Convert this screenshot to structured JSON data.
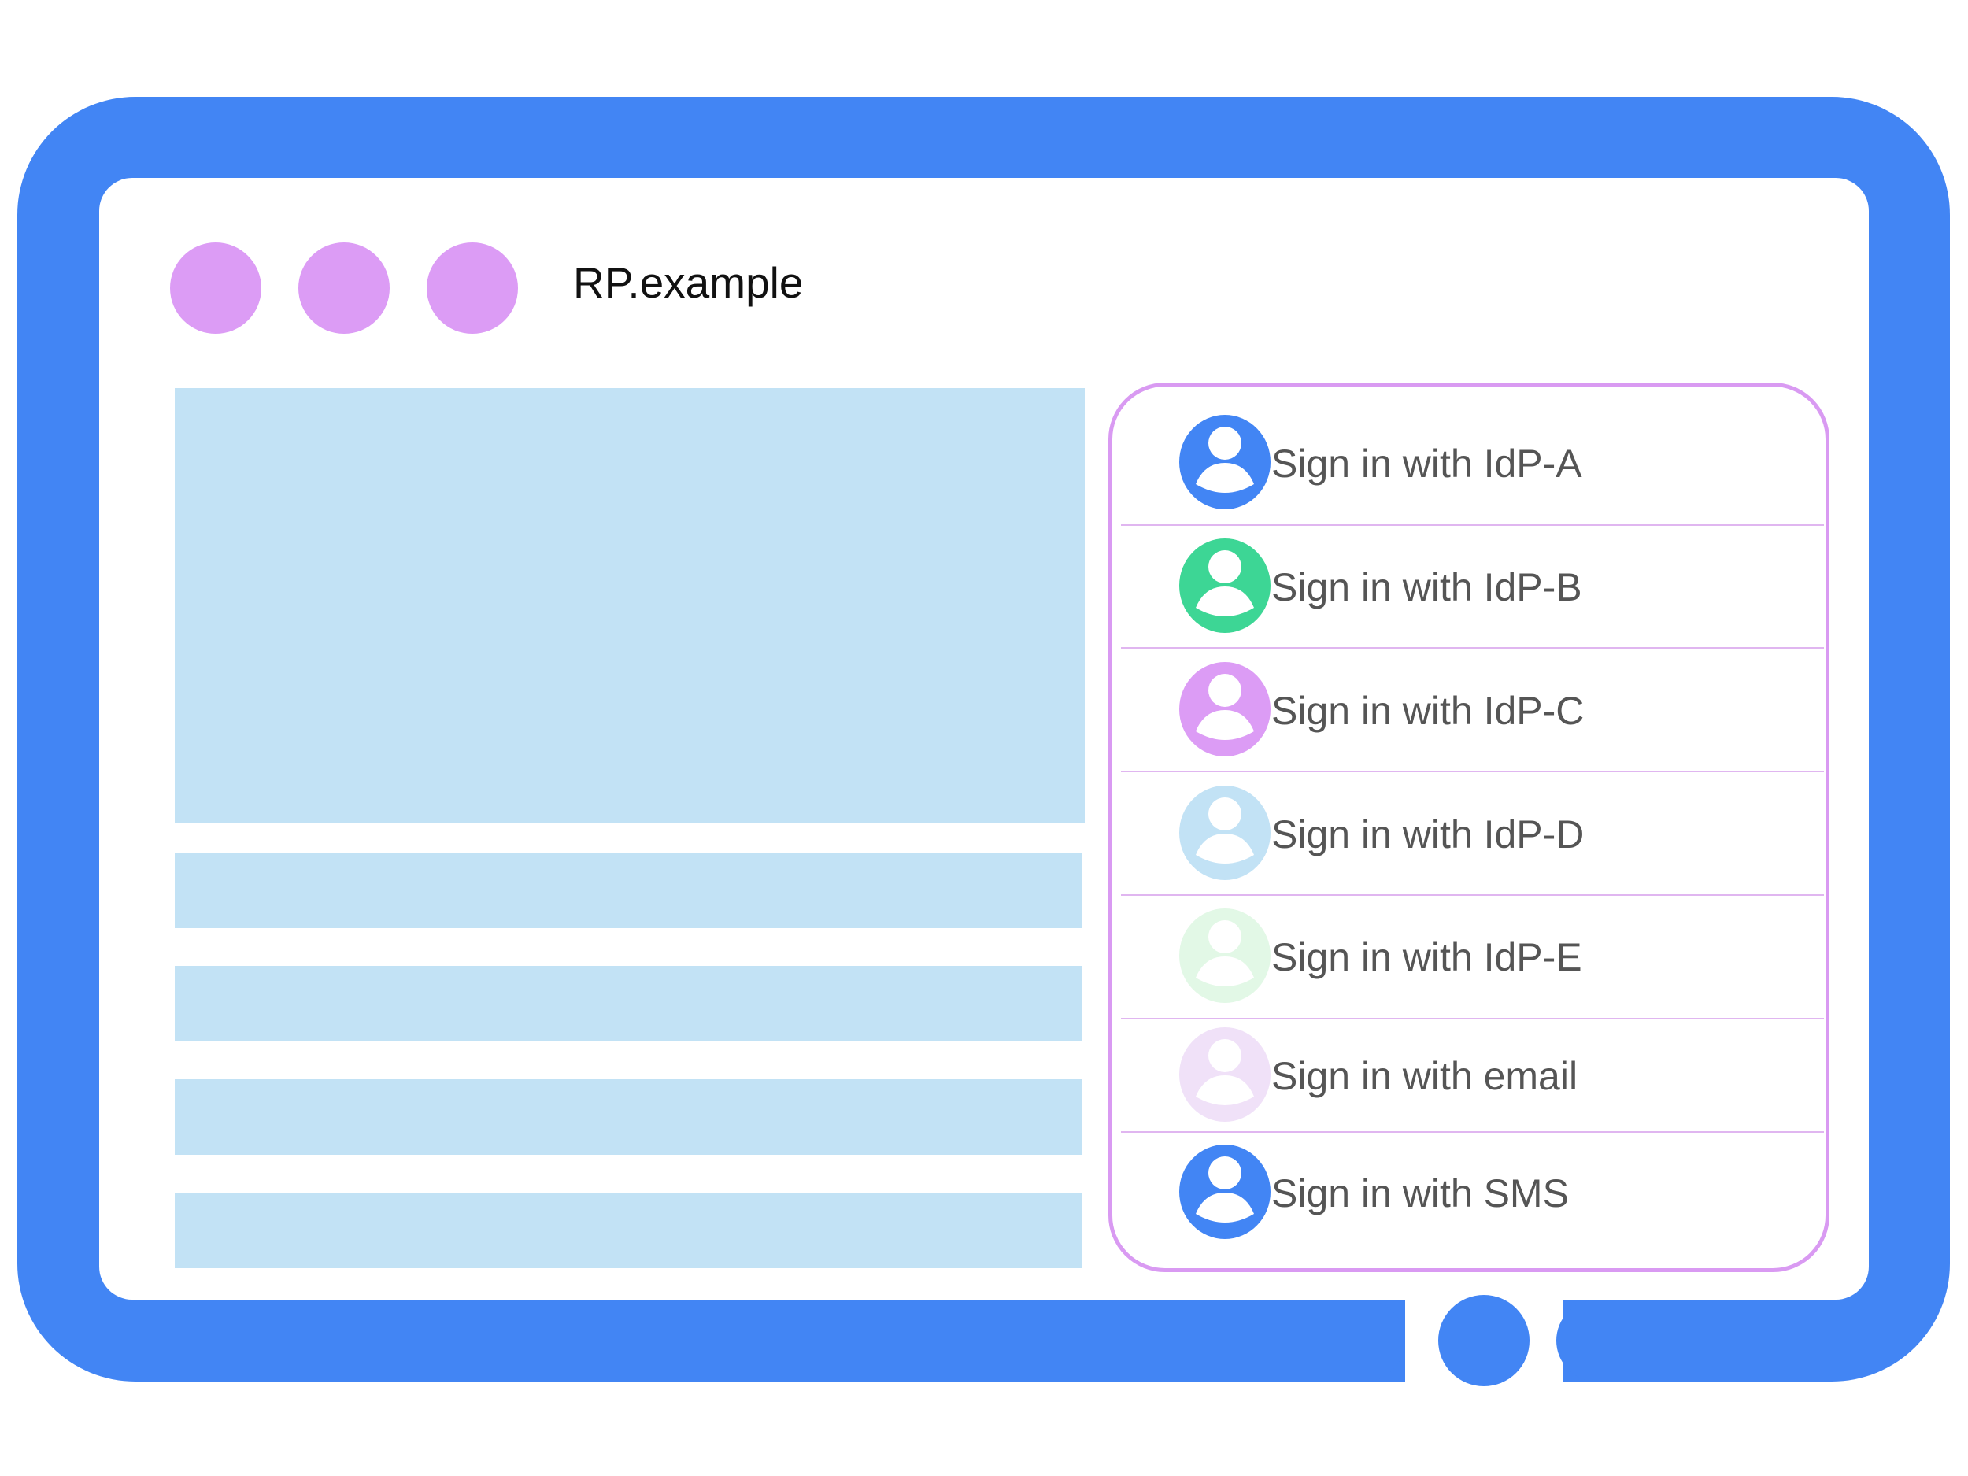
{
  "colors": {
    "frame": "#4285f4",
    "window_dot": "#dc9cf5",
    "placeholder": "#c2e2f5",
    "panel_border": "#d99af2",
    "text": "#555555"
  },
  "browser": {
    "site_title": "RP.example"
  },
  "sign_in_panel": {
    "options": [
      {
        "label": "Sign in with IdP-A",
        "icon": "person-icon",
        "color": "#4285f4"
      },
      {
        "label": "Sign in with IdP-B",
        "icon": "person-icon",
        "color": "#3dd695"
      },
      {
        "label": "Sign in with IdP-C",
        "icon": "person-icon",
        "color": "#dc9cf5"
      },
      {
        "label": "Sign in with IdP-D",
        "icon": "person-icon",
        "color": "#c2e2f5"
      },
      {
        "label": "Sign in with IdP-E",
        "icon": "person-icon",
        "color": "#e2f8e6"
      },
      {
        "label": "Sign in with email",
        "icon": "person-icon",
        "color": "#f0e1f8"
      },
      {
        "label": "Sign in with SMS",
        "icon": "person-icon",
        "color": "#4285f4"
      }
    ]
  }
}
